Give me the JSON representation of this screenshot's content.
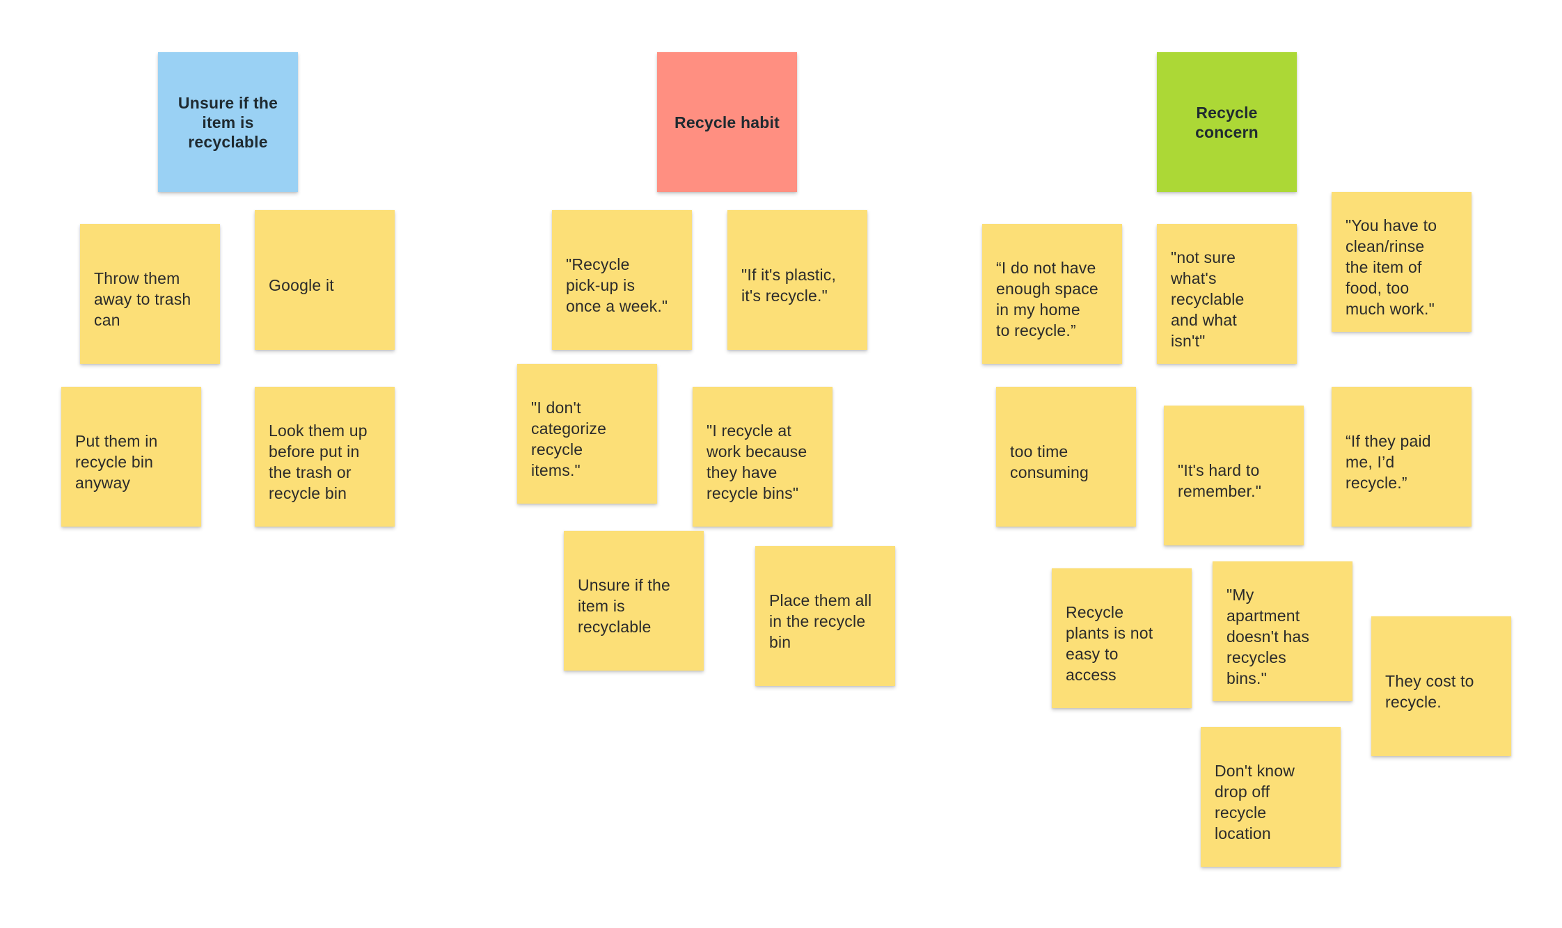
{
  "colors": {
    "header_blue": "#9ad1f4",
    "header_red": "#ff8f81",
    "header_green": "#acd836",
    "sticky_yellow": "#fcdf77"
  },
  "groups": [
    {
      "header": "Unsure if the\nitem is\nrecyclable",
      "notes": [
        "Throw them\naway to trash\ncan",
        "Google it",
        "Put them in\nrecycle bin\nanyway",
        "Look them up\nbefore put in\nthe trash or\nrecycle bin"
      ]
    },
    {
      "header": "Recycle habit",
      "notes": [
        "\"Recycle\npick-up is\nonce a week.\"",
        "\"If it's plastic,\nit's recycle.\"",
        "\"I don't\ncategorize\nrecycle\nitems.\"",
        "\"I recycle at\nwork because\nthey have\nrecycle bins\"",
        "Unsure if the\nitem is\nrecyclable",
        "Place them all\nin the recycle\nbin"
      ]
    },
    {
      "header": "Recycle\nconcern",
      "notes": [
        "“I do not have\nenough space\nin my home\nto recycle.”",
        "\"not sure\nwhat's\nrecyclable\nand what\nisn't\"",
        "\"You have to\nclean/rinse\nthe item of\nfood, too\nmuch work.\"",
        "too time\nconsuming",
        "\"It's hard to\nremember.\"",
        "“If they paid\nme, I’d\nrecycle.”",
        "Recycle\nplants is not\neasy to\naccess",
        "\"My\napartment\ndoesn't has\nrecycles\nbins.\"",
        "They cost to\nrecycle.",
        "Don't know\ndrop off\nrecycle\nlocation"
      ]
    }
  ]
}
